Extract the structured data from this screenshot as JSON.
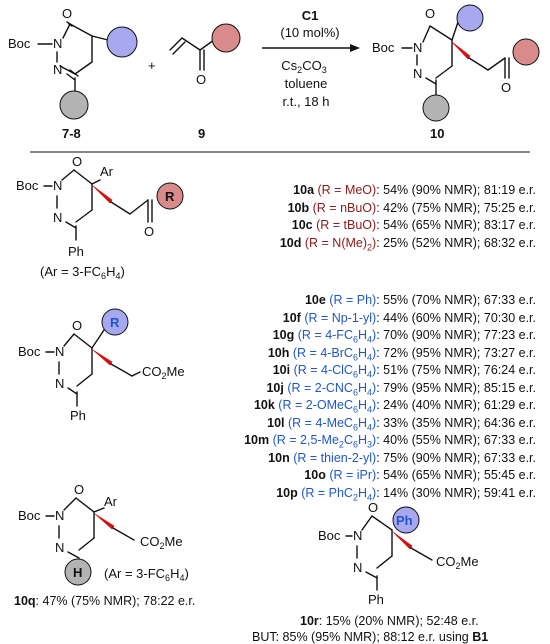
{
  "scheme": {
    "reactant_label_1": "7-8",
    "reactant_label_2": "9",
    "product_label": "10",
    "plus": "+",
    "catalyst": "C1",
    "loading": "(10 mol%)",
    "base": "Cs2CO3",
    "solvent": "toluene",
    "conditions": "r.t., 18 h"
  },
  "atoms": {
    "boc": "Boc",
    "n": "N",
    "o": "O",
    "ph": "Ph",
    "ar": "Ar",
    "co2me": "CO2Me",
    "r": "R",
    "h": "H"
  },
  "ar_note": "(Ar = 3-FC6H4)",
  "group1": [
    {
      "id": "10a",
      "r": "R = MeO",
      "result": "54% (90% NMR); 81:19 e.r."
    },
    {
      "id": "10b",
      "r": "R = nBuO",
      "result": "42% (75% NMR); 75:25 e.r."
    },
    {
      "id": "10c",
      "r": "R = tBuO",
      "result": "54% (65% NMR); 83:17 e.r."
    },
    {
      "id": "10d",
      "r": "R = N(Me)2",
      "result": "25% (52% NMR); 68:32 e.r."
    }
  ],
  "group2": [
    {
      "id": "10e",
      "r": "R = Ph",
      "result": "55% (70% NMR); 67:33 e.r."
    },
    {
      "id": "10f",
      "r": "R = Np-1-yl",
      "result": "44% (60% NMR); 70:30 e.r."
    },
    {
      "id": "10g",
      "r": "R = 4-FC6H4",
      "result": "70% (90% NMR); 77:23 e.r."
    },
    {
      "id": "10h",
      "r": "R = 4-BrC6H4",
      "result": "72% (95% NMR); 73:27 e.r."
    },
    {
      "id": "10i",
      "r": "R = 4-ClC6H4",
      "result": "51% (75% NMR); 76:24 e.r."
    },
    {
      "id": "10j",
      "r": "R = 2-CNC6H4",
      "result": "79% (95% NMR); 85:15 e.r."
    },
    {
      "id": "10k",
      "r": "R = 2-OMeC6H4",
      "result": "24% (40% NMR); 61:29 e.r."
    },
    {
      "id": "10l",
      "r": "R = 4-MeC6H4",
      "result": "33% (35% NMR); 64:36 e.r."
    },
    {
      "id": "10m",
      "r": "R = 2,5-Me2C6H3",
      "result": "40% (55% NMR); 67:33 e.r."
    },
    {
      "id": "10n",
      "r": "R = thien-2-yl",
      "result": "75% (90% NMR); 67:33 e.r."
    },
    {
      "id": "10o",
      "r": "R = iPr",
      "result": "54% (65% NMR); 55:45 e.r."
    },
    {
      "id": "10p",
      "r": "R = PhC2H4",
      "result": "14% (30% NMR); 59:41 e.r."
    }
  ],
  "q": {
    "id": "10q",
    "result": ": 47% (75% NMR); 78:22 e.r."
  },
  "r": {
    "id": "10r",
    "result": ": 15% (20% NMR); 52:48 e.r.",
    "but": "BUT: 85% (95% NMR); 88:12 e.r. using",
    "b1": "B1"
  },
  "colors": {
    "red_circle": "#d98b8b",
    "blue_circle": "#a8a8f0",
    "gray_circle": "#b3b3b3",
    "red_text": "#8b1a1a",
    "blue_text": "#1f57c8"
  }
}
